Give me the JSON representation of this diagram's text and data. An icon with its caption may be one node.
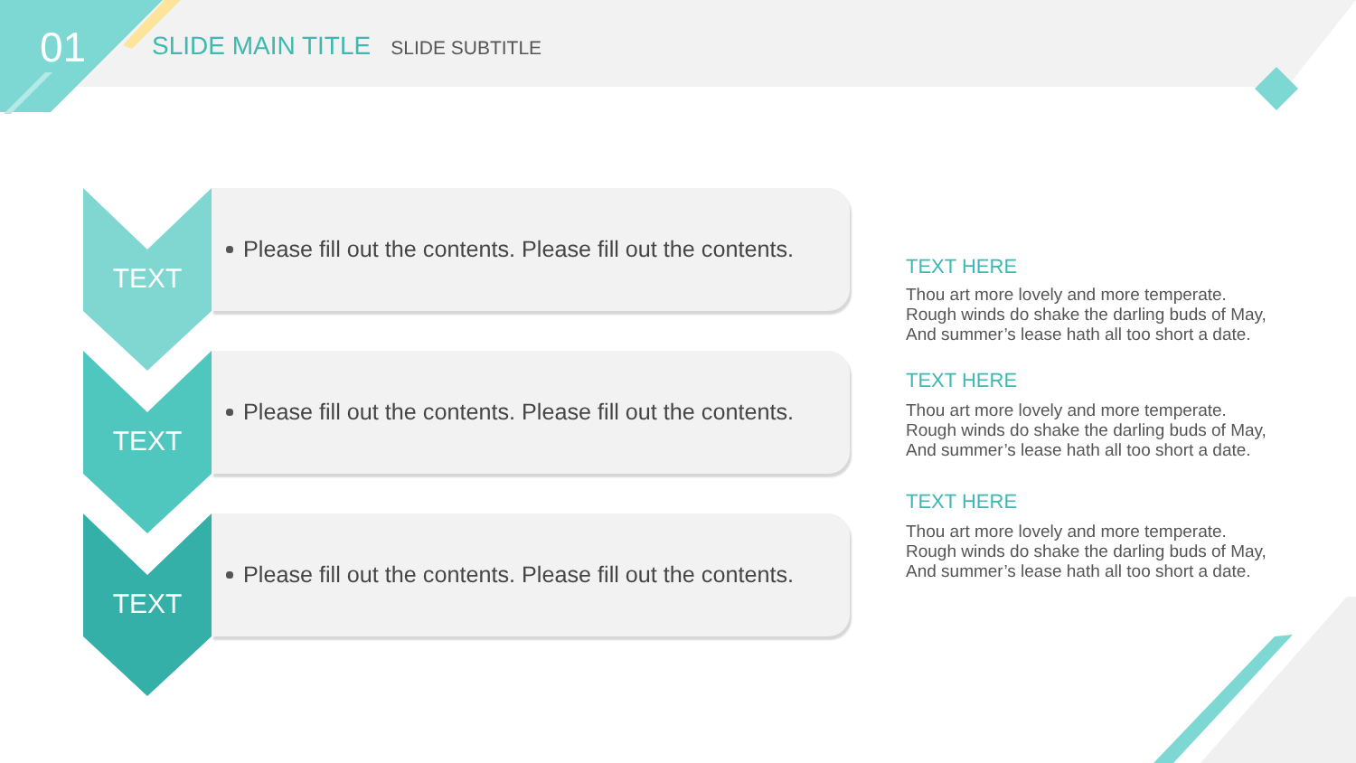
{
  "diagram": {
    "title": "SLIDE MAIN TITLE",
    "nodes": [
      {
        "text": [
          "TEXT"
        ]
      },
      {
        "text": [
          "Please fill out the contents. Please fill out the contents."
        ]
      },
      {
        "text": [
          "TEXT"
        ]
      },
      {
        "text": [
          "Please fill out the contents. Please fill out the contents."
        ]
      },
      {
        "text": [
          "TEXT"
        ]
      },
      {
        "text": [
          "Please fill out the contents. Please fill out the contents."
        ]
      }
    ],
    "labels": [
      "01",
      "SLIDE SUBTITLE",
      "TEXT HERE",
      "Thou art more lovely and more temperate. Rough winds do shake the darling buds of May, And summer’s lease hath all too short a date.",
      "TEXT HERE",
      "Thou art more lovely and more temperate. Rough winds do shake the darling buds of May, And summer’s lease hath all too short a date.",
      "TEXT HERE",
      "Thou art more lovely and more temperate. Rough winds do shake the darling buds of May, And summer’s lease hath all too short a date."
    ]
  }
}
